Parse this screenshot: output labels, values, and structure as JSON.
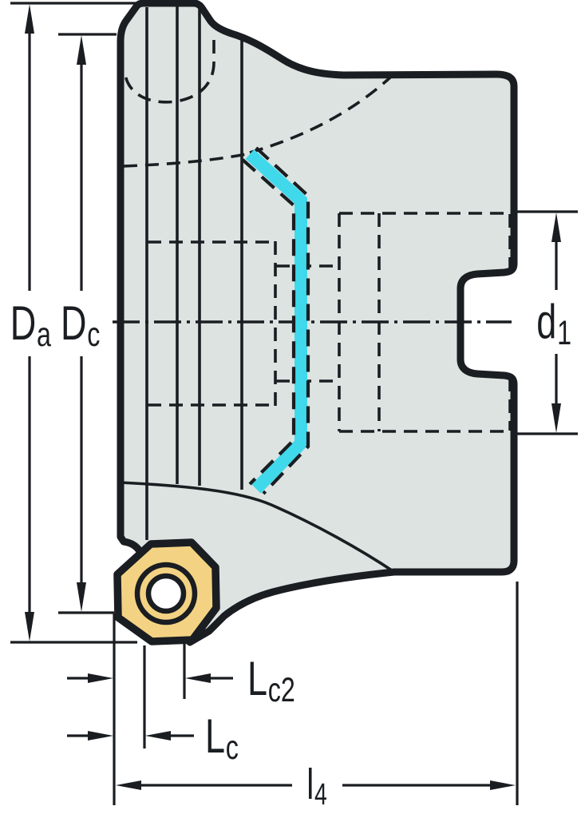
{
  "drawing": {
    "labels": {
      "da": {
        "main": "D",
        "sub": "a"
      },
      "dc": {
        "main": "D",
        "sub": "c"
      },
      "d1": {
        "main": "d",
        "sub": "1"
      },
      "lc2": {
        "main": "L",
        "sub": "c2"
      },
      "lc": {
        "main": "L",
        "sub": "c"
      },
      "l4": {
        "main": "l",
        "sub": "4"
      }
    },
    "colors": {
      "line": "#1A1D21",
      "body": "#DCE3E1",
      "insert": "#F3D383",
      "flute": "#3FD9EB",
      "bg": "#FFFFFF",
      "label_bg": "#FFFFFF"
    }
  }
}
